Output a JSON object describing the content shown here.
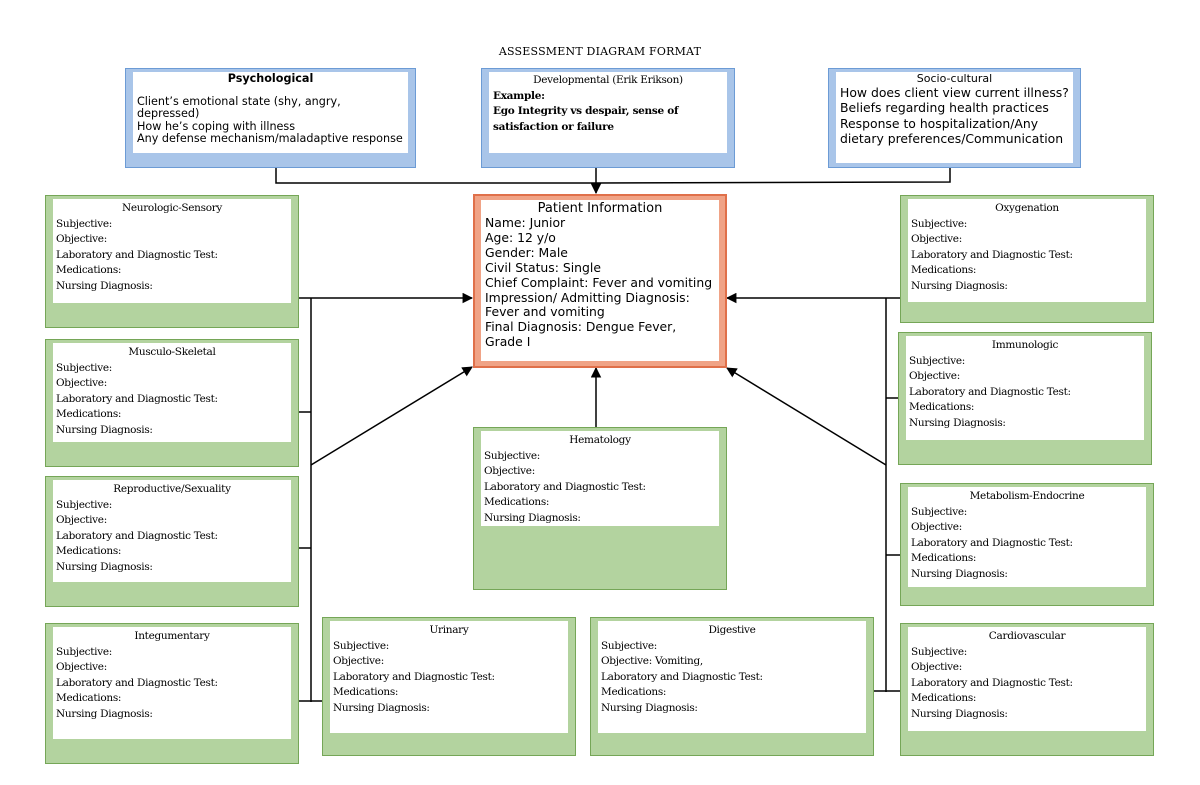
{
  "title": "ASSESSMENT DIAGRAM FORMAT",
  "psychological": {
    "title": "Psychological",
    "lines": [
      "Client’s emotional state (shy, angry, depressed)",
      "How he’s coping with illness",
      "Any defense mechanism/maladaptive response"
    ]
  },
  "developmental": {
    "title": "Developmental (Erik Erikson)",
    "example_label": "Example:",
    "example_text": "Ego Integrity vs despair, sense of satisfaction or failure"
  },
  "sociocultural": {
    "title": "Socio-cultural",
    "lines": [
      "How does client view current illness?",
      "Beliefs regarding health practices",
      "Response to hospitalization/Any dietary preferences/Communication"
    ]
  },
  "patient": {
    "title": "Patient Information",
    "lines": [
      "Name: Junior",
      "Age: 12 y/o",
      "Gender: Male",
      "Civil Status: Single",
      "Chief Complaint: Fever and vomiting",
      "Impression/ Admitting Diagnosis: Fever and vomiting",
      "Final Diagnosis: Dengue Fever, Grade I"
    ]
  },
  "systems": {
    "neurologic": {
      "title": "Neurologic-Sensory",
      "subjective": "Subjective:",
      "objective": "Objective:",
      "lab": "Laboratory and Diagnostic Test:",
      "meds": "Medications:",
      "nursing": "Nursing Diagnosis:"
    },
    "musculo": {
      "title": "Musculo-Skeletal",
      "subjective": "Subjective:",
      "objective": "Objective:",
      "lab": "Laboratory and Diagnostic Test:",
      "meds": "Medications:",
      "nursing": "Nursing Diagnosis:"
    },
    "reproductive": {
      "title": "Reproductive/Sexuality",
      "subjective": "Subjective:",
      "objective": "Objective:",
      "lab": "Laboratory and Diagnostic Test:",
      "meds": "Medications:",
      "nursing": "Nursing Diagnosis:"
    },
    "integumentary": {
      "title": "Integumentary",
      "subjective": "Subjective:",
      "objective": "Objective:",
      "lab": "Laboratory and Diagnostic Test:",
      "meds": "Medications:",
      "nursing": "Nursing Diagnosis:"
    },
    "urinary": {
      "title": "Urinary",
      "subjective": "Subjective:",
      "objective": "Objective:",
      "lab": "Laboratory and Diagnostic Test:",
      "meds": "Medications:",
      "nursing": "Nursing Diagnosis:"
    },
    "digestive": {
      "title": "Digestive",
      "subjective": "Subjective:",
      "objective": "Objective: Vomiting,",
      "lab": "Laboratory and Diagnostic Test:",
      "meds": "Medications:",
      "nursing": "Nursing Diagnosis:"
    },
    "hematology": {
      "title": "Hematology",
      "subjective": "Subjective:",
      "objective": "Objective:",
      "lab": "Laboratory and Diagnostic Test:",
      "meds": "Medications:",
      "nursing": "Nursing Diagnosis:"
    },
    "oxygenation": {
      "title": "Oxygenation",
      "subjective": "Subjective:",
      "objective": "Objective:",
      "lab": "Laboratory and Diagnostic Test:",
      "meds": "Medications:",
      "nursing": "Nursing Diagnosis:"
    },
    "immunologic": {
      "title": "Immunologic",
      "subjective": "Subjective:",
      "objective": "Objective:",
      "lab": "Laboratory and Diagnostic Test:",
      "meds": "Medications:",
      "nursing": "Nursing Diagnosis:"
    },
    "metabolism": {
      "title": "Metabolism-Endocrine",
      "subjective": "Subjective:",
      "objective": "Objective:",
      "lab": "Laboratory and Diagnostic Test:",
      "meds": "Medications:",
      "nursing": "Nursing Diagnosis:"
    },
    "cardiovascular": {
      "title": "Cardiovascular",
      "subjective": "Subjective:",
      "objective": "Objective:",
      "lab": "Laboratory and Diagnostic Test:",
      "meds": "Medications:",
      "nursing": "Nursing Diagnosis:"
    }
  }
}
